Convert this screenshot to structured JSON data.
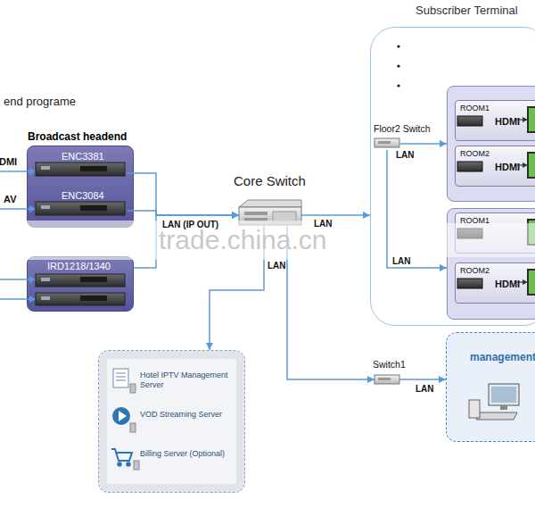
{
  "diagram": {
    "nodes": [
      {
        "text": [
          "Broadcast headend"
        ]
      },
      {
        "text": [
          "ENC3381"
        ],
        "in": 0
      },
      {
        "text": [
          "ENC3084"
        ],
        "in": 0
      },
      {
        "text": [
          "IRD1218/1340"
        ]
      },
      {
        "text": [
          "Core Switch"
        ]
      },
      {
        "text": [
          "Subscriber Terminal"
        ]
      },
      {
        "text": [
          "Floor2 Switch"
        ],
        "in": 5
      },
      {
        "text": [],
        "in": 5
      },
      {
        "text": [
          "ROOM1",
          "HDMI"
        ],
        "in": 7
      },
      {
        "text": [
          "ROOM2",
          "HDMI"
        ],
        "in": 7
      },
      {
        "text": [],
        "in": 5
      },
      {
        "text": [
          "ROOM1"
        ],
        "in": 10
      },
      {
        "text": [
          "ROOM2",
          "HDMI"
        ],
        "in": 10
      },
      {
        "text": []
      },
      {
        "text": [
          "Hotel IPTV Management Server"
        ],
        "in": 13
      },
      {
        "text": [
          "VOD Streaming Server"
        ],
        "in": 13
      },
      {
        "text": [
          "Billing Server (Optional)"
        ],
        "in": 13
      },
      {
        "text": [
          "Switch1"
        ]
      },
      {
        "text": [
          "management"
        ]
      }
    ],
    "edges": [
      {
        "from": 1,
        "to": 4,
        "arrow": "to",
        "label": "LAN (IP OUT)"
      },
      {
        "from": 2,
        "to": 4,
        "arrow": "to"
      },
      {
        "from": 3,
        "to": 4,
        "arrow": "to"
      },
      {
        "from": 4,
        "to": 5,
        "arrow": "to",
        "label": "LAN"
      },
      {
        "from": 4,
        "to": 13,
        "arrow": "to",
        "label": "LAN"
      },
      {
        "from": 4,
        "to": 17,
        "arrow": "to"
      },
      {
        "from": 17,
        "to": 18,
        "arrow": "to",
        "label": "LAN"
      },
      {
        "from": 6,
        "to": 7,
        "arrow": "to",
        "label": "LAN"
      },
      {
        "from": 6,
        "to": 10,
        "arrow": "to",
        "label": "LAN"
      }
    ],
    "labels": [
      "end programe",
      "DMI",
      "AV",
      "trade.china.cn"
    ]
  }
}
